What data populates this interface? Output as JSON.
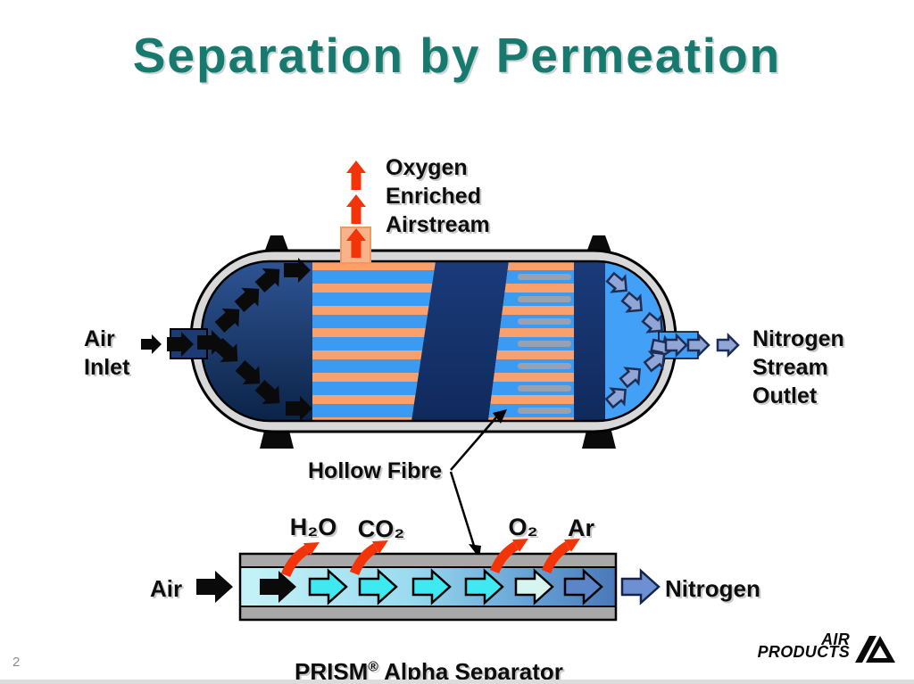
{
  "title": "Separation by Permeation",
  "page_number": "2",
  "vessel": {
    "oxygen_label": "Oxygen\nEnriched\nAirstream",
    "air_inlet_label": "Air\nInlet",
    "nitrogen_outlet_label": "Nitrogen\nStream\nOutlet",
    "hollow_fibre_label": "Hollow Fibre"
  },
  "tube": {
    "air_label": "Air",
    "nitrogen_label": "Nitrogen",
    "gases": [
      "H₂O",
      "CO₂",
      "O₂",
      "Ar"
    ],
    "caption_brand": "PRISM",
    "caption_reg": "®",
    "caption_rest": " Alpha Separator"
  },
  "logo": {
    "line1": "AIR",
    "line2": "PRODUCTS"
  },
  "colors": {
    "title_teal": "#18796e",
    "navy": "#15316b",
    "stripe_blue": "#3b9af2",
    "stripe_orange": "#f9a06c",
    "dome_blue": "#42a1f6",
    "shell_gray": "#d8d8d8",
    "wall_gray": "#a8a8a8",
    "arrow_red": "#f23408",
    "steel_blue": "#8fa6d6",
    "cyan": "#3fe9f2"
  }
}
